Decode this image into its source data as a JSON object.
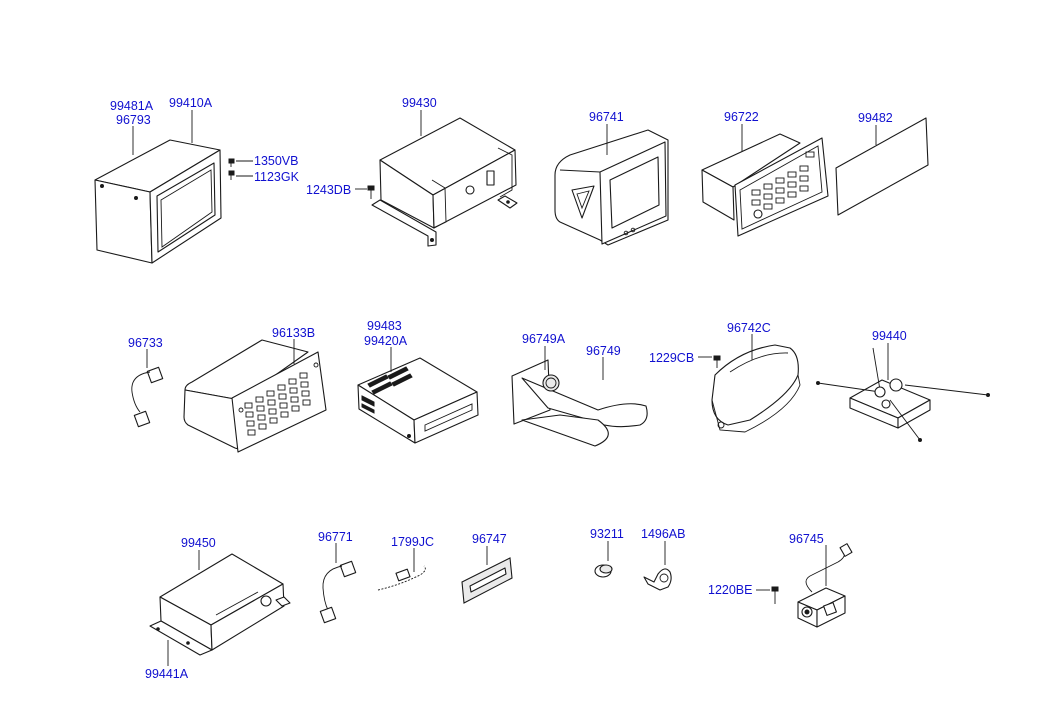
{
  "labels": {
    "p99481A": "99481A",
    "p96793": "96793",
    "p99410A": "99410A",
    "p1350VB": "1350VB",
    "p1123GK": "1123GK",
    "p99430": "99430",
    "p1243DB": "1243DB",
    "p96741": "96741",
    "p96722": "96722",
    "p99482": "99482",
    "p96733": "96733",
    "p96133B": "96133B",
    "p99483": "99483",
    "p99420A": "99420A",
    "p96749A": "96749A",
    "p96749": "96749",
    "p1229CB": "1229CB",
    "p96742C": "96742C",
    "p99440": "99440",
    "p99450": "99450",
    "p99441A": "99441A",
    "p96771": "96771",
    "p1799JC": "1799JC",
    "p96747": "96747",
    "p93211": "93211",
    "p1496AB": "1496AB",
    "p96745": "96745",
    "p1220BE": "1220BE"
  },
  "colors": {
    "label": "#1010d0",
    "line": "#1a1a1a",
    "background": "#ffffff"
  }
}
